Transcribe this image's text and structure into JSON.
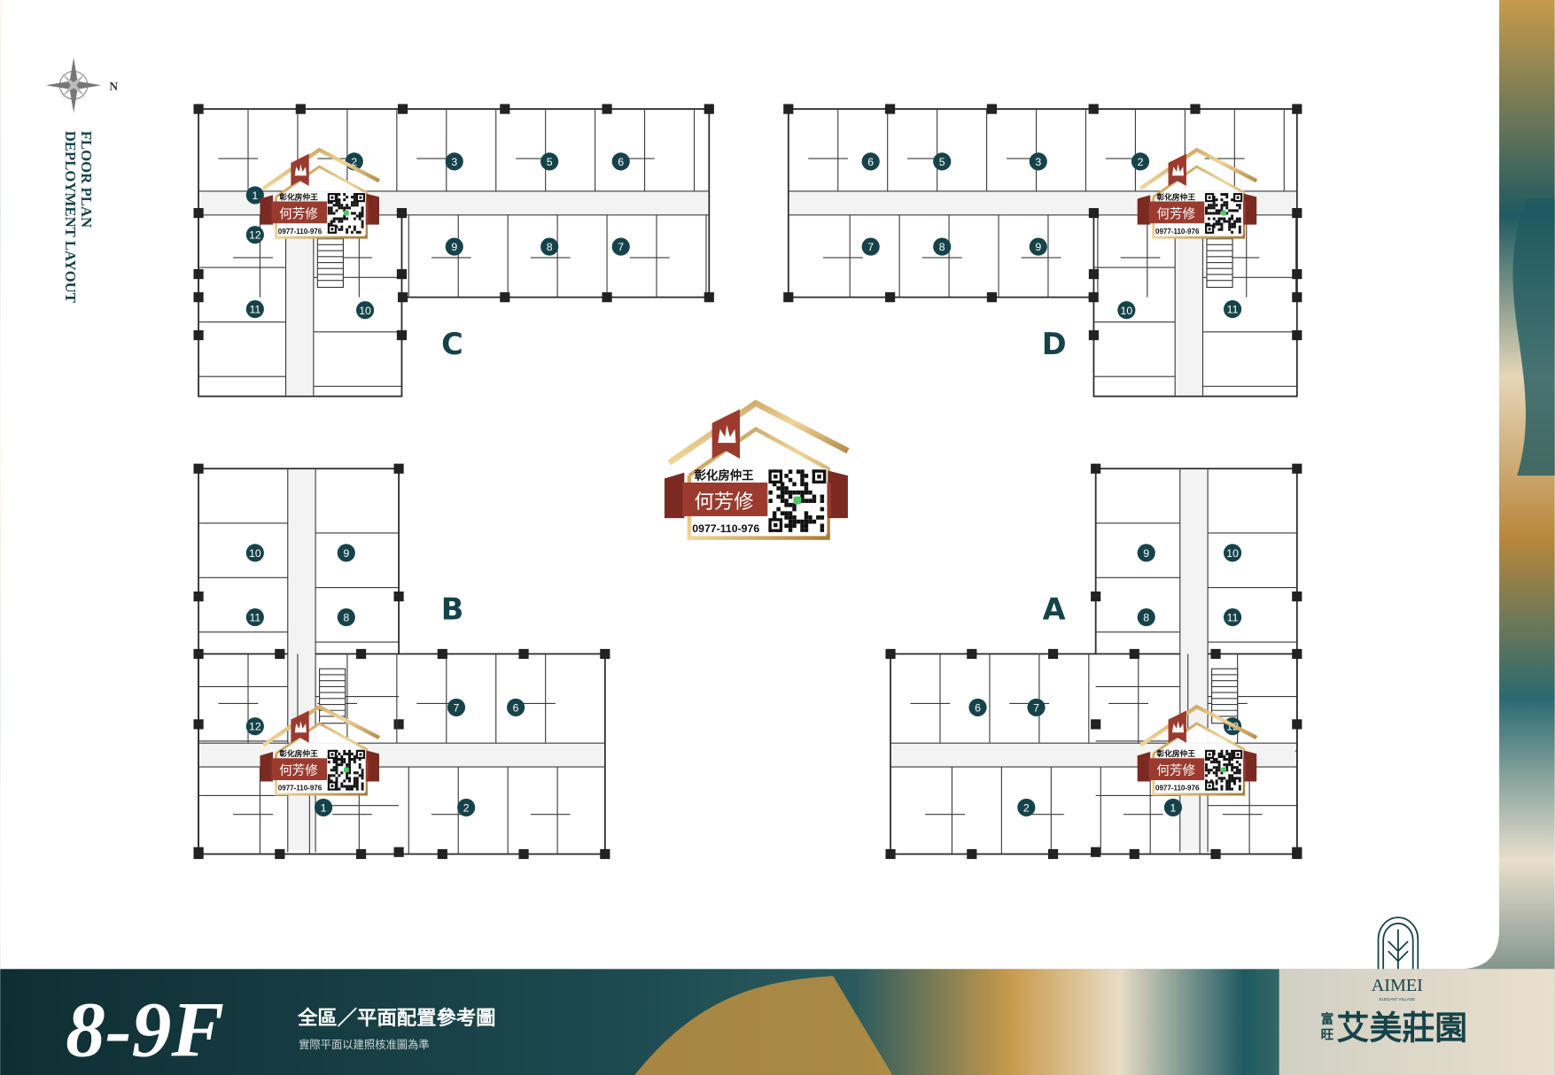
{
  "side_title": {
    "line1": "FLOOR  PLAN",
    "line2": "DEPLOYMENT LAYOUT",
    "compass_label": "N"
  },
  "buildings": [
    {
      "name": "C",
      "units": [
        "1",
        "2",
        "3",
        "5",
        "6",
        "12",
        "9",
        "8",
        "7",
        "11",
        "10"
      ]
    },
    {
      "name": "D",
      "units": [
        "6",
        "5",
        "3",
        "2",
        "7",
        "8",
        "9",
        "10",
        "11"
      ]
    },
    {
      "name": "B",
      "units": [
        "10",
        "9",
        "11",
        "8",
        "12",
        "7",
        "6",
        "1",
        "2"
      ]
    },
    {
      "name": "A",
      "units": [
        "9",
        "10",
        "8",
        "11",
        "6",
        "7",
        "12",
        "2",
        "1"
      ]
    }
  ],
  "badge": {
    "company": "彰化房仲王",
    "agent": "何芳修",
    "phone": "0977-110-976"
  },
  "footer": {
    "floor": "8-9F",
    "title": "全區／平面配置參考圖",
    "note": "實際平面以建照核准圖為準"
  },
  "logo": {
    "brand": "AIMEI",
    "tagline": "ELEGANT VILLAGE",
    "prefix_top": "富",
    "prefix_bottom": "旺",
    "name": "艾美莊園"
  },
  "colors": {
    "teal": "#16434a",
    "gold": "#c9a15a",
    "red": "#9b3a2e"
  }
}
